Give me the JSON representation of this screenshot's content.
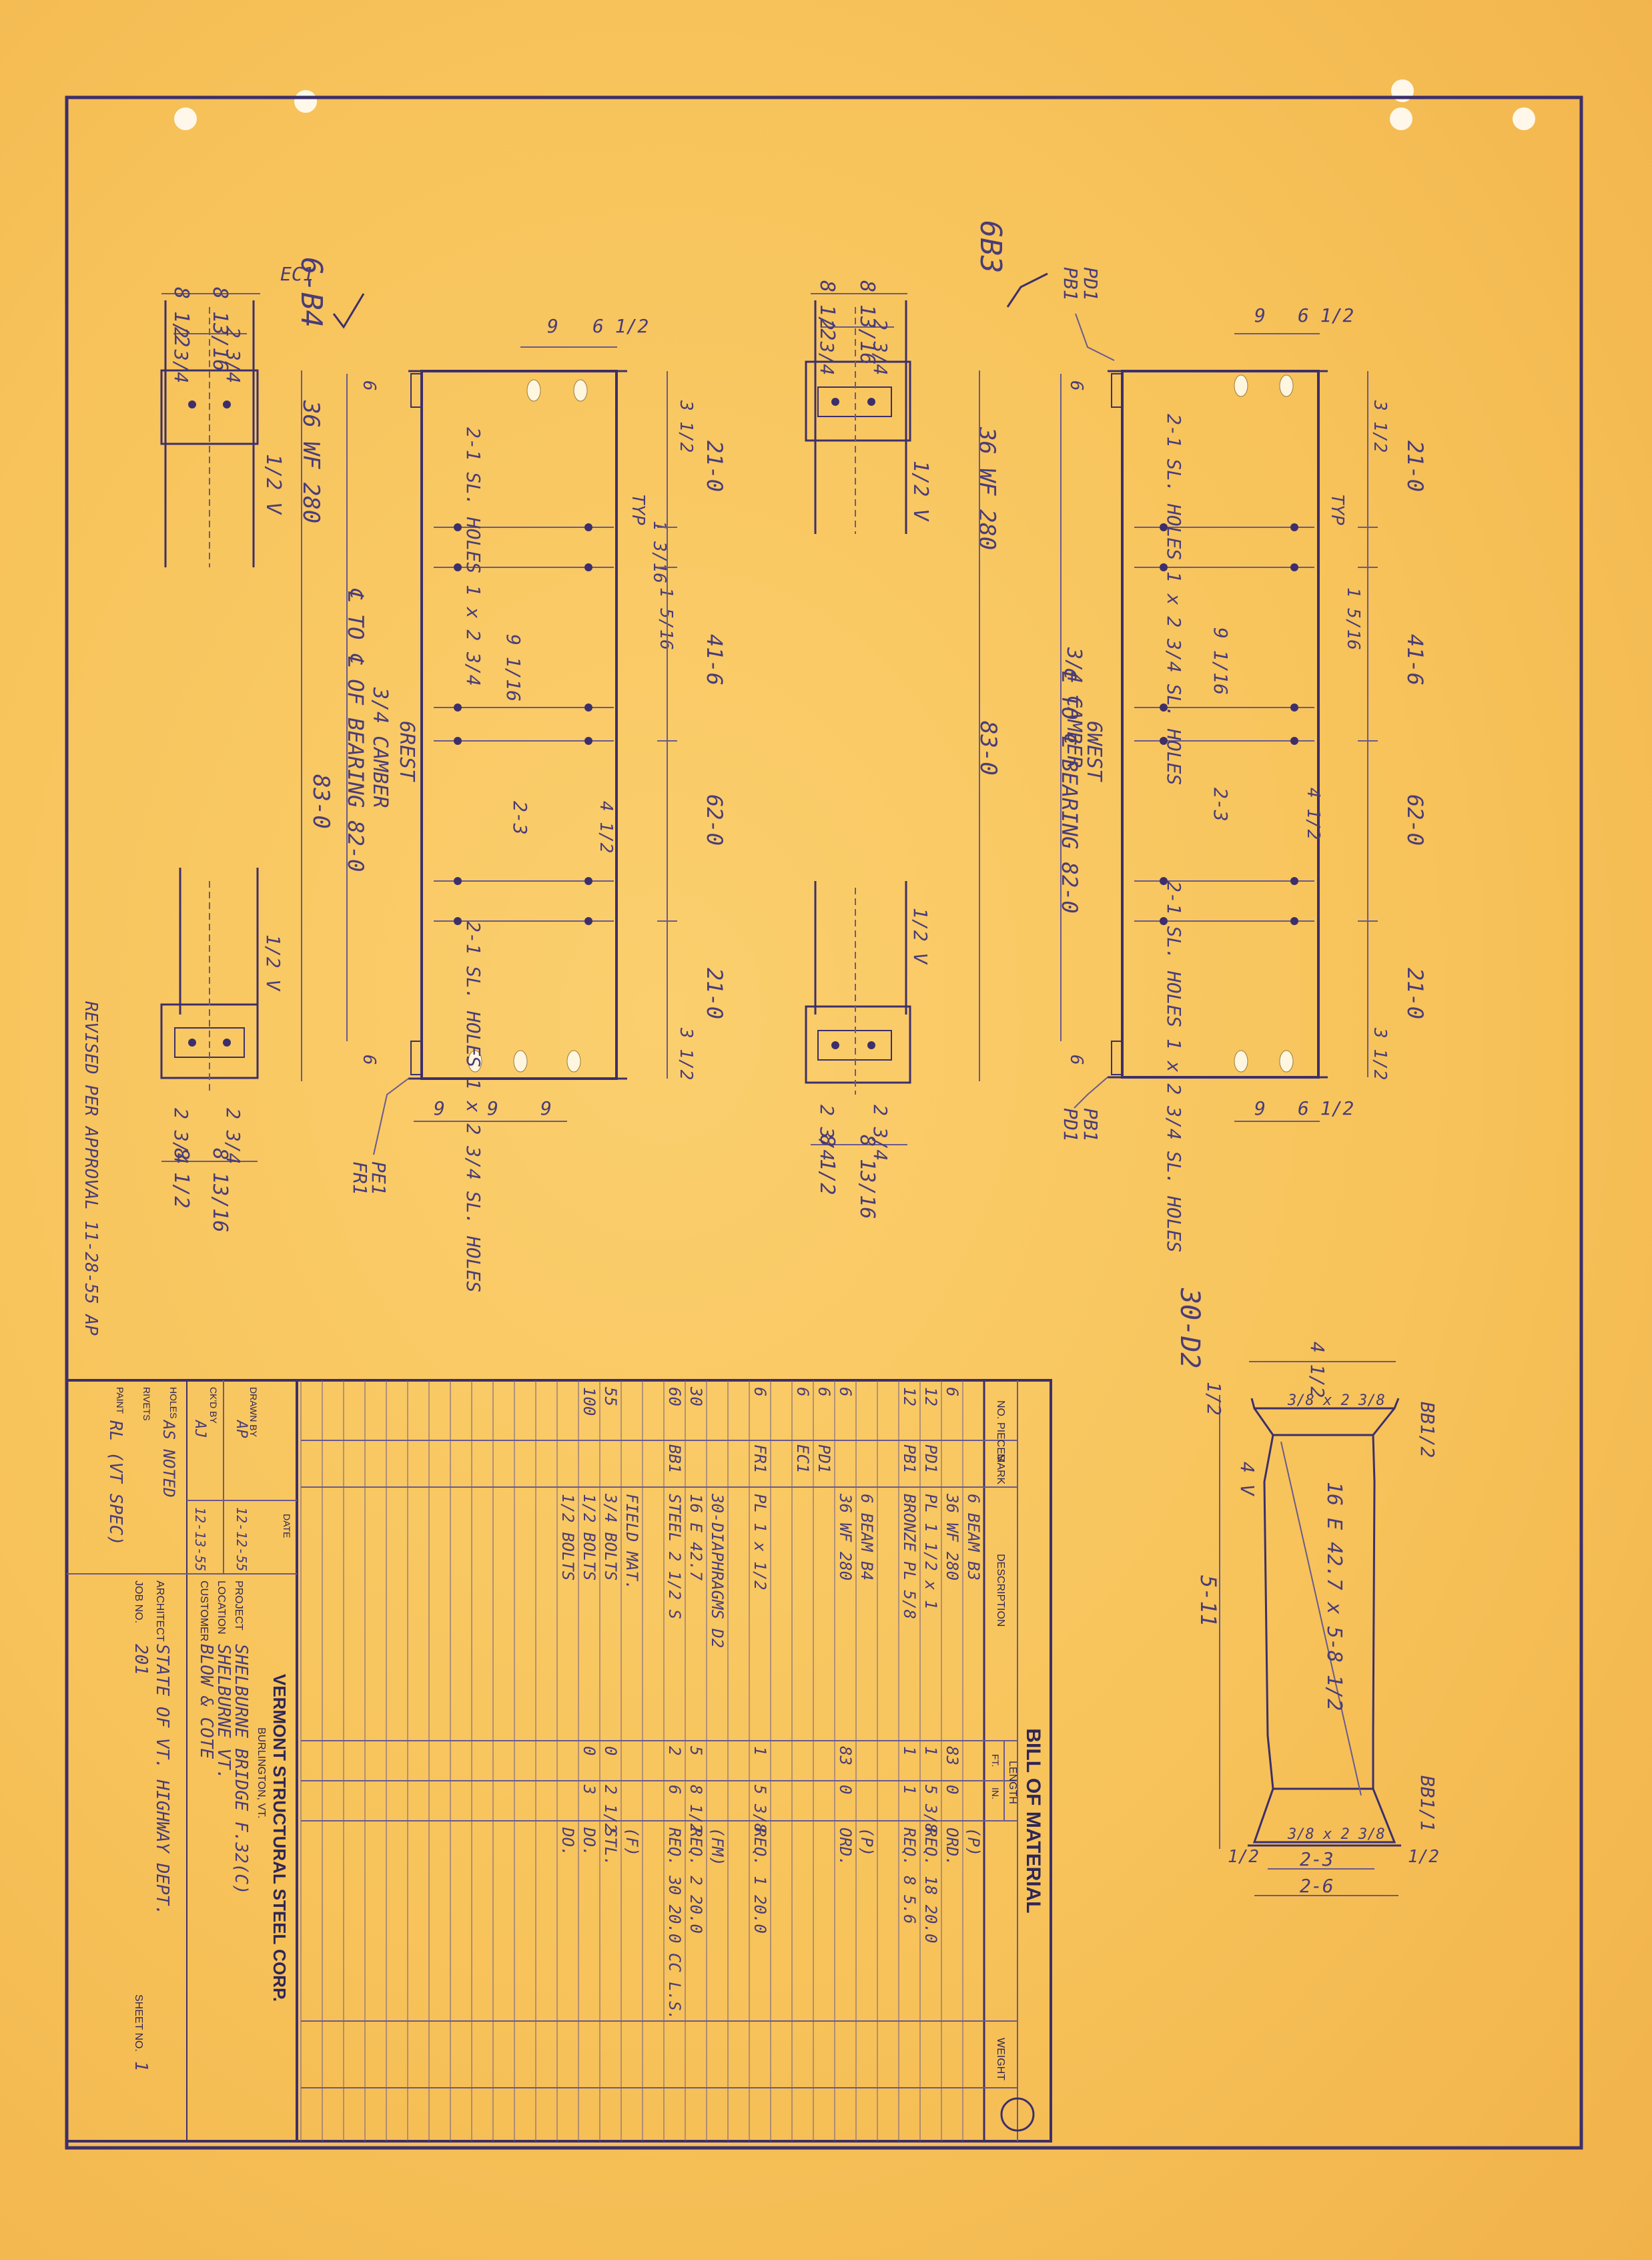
{
  "beam_b4": {
    "mark": "6-B4",
    "section": "36 WF 280",
    "overall_length": "83-0",
    "bearing_span": "℄ TO ℄ OF BEARING 82-0",
    "camber": "3/4 CAMBER",
    "greek_label": "6REST",
    "flange_widths": [
      "8 1/2",
      "8 13/16"
    ],
    "flange_gauges": [
      "2 3/4",
      "2 3/4"
    ],
    "bottom_flange_widths": [
      "8 1/2",
      "8 13/16"
    ],
    "bottom_flange_gauges": [
      "2 3/4",
      "2 3/4"
    ],
    "slot_note_top": "2-1 SL. HOLES 1 x 2 3/4",
    "slot_note_bottom": "2-1 SL. HOLES 1 x 2 3/4 SL. HOLES",
    "stiffener_spacing": [
      "21-0",
      "41-6",
      "62-0",
      "21-0"
    ],
    "top_dims": [
      "9",
      "6 1/2"
    ],
    "bottom_dims": [
      "9",
      "9",
      "9"
    ],
    "edge_dims": [
      "3 1/2",
      "3 1/2",
      "6",
      "6"
    ],
    "typ": "TYP",
    "gage_note": "1 5/16",
    "clip_dims": [
      "2-3",
      "4 1/2",
      "9 1/16",
      "1 3/16"
    ],
    "weld_note": "1/2 V",
    "marks_top": "EC1",
    "marks_bottom": [
      "FR1",
      "PE1"
    ]
  },
  "beam_b3": {
    "mark": "6B3",
    "section": "36 WF 280",
    "overall_length": "83-0",
    "bearing_span": "℄ TO ℄ BEARING 82-0",
    "camber": "3/4 CAMBER",
    "greek_label": "6WEST",
    "flange_widths": [
      "8 1/2",
      "8 13/16"
    ],
    "flange_gauges": [
      "2 3/4",
      "2 3/4"
    ],
    "bottom_flange_widths": [
      "8 1/2",
      "8 13/16"
    ],
    "bottom_flange_gauges": [
      "2 3/4",
      "2 3/4"
    ],
    "slot_note_top": "2-1 SL. HOLES 1 x 2 3/4 SL. HOLES",
    "slot_note_bottom": "2-1 SL. HOLES 1 x 2 3/4 SL. HOLES",
    "stiffener_spacing": [
      "21-0",
      "41-6",
      "62-0",
      "21-0"
    ],
    "top_dims": [
      "9",
      "6 1/2"
    ],
    "bottom_dims": [
      "9",
      "6 1/2"
    ],
    "edge_dims": [
      "3 1/2",
      "3 1/2",
      "6",
      "6"
    ],
    "typ": "TYP",
    "clip_dims": [
      "2-3",
      "4 1/2",
      "9 1/16",
      "1 5/16"
    ],
    "weld_note": "1/2 V",
    "marks_top": [
      "PD1",
      "PB1"
    ],
    "marks_bottom": [
      "PD1",
      "PB1"
    ]
  },
  "revision_note": "REVISED PER APPROVAL 11-28-55 AP",
  "diaphragm": {
    "mark": "30-D2",
    "dims": [
      "4 1/2",
      "1/2",
      "5-11",
      "2-3",
      "2-6",
      "1/2",
      "1/2",
      "4 V"
    ],
    "label": "16 E 42.7 x 5-8 1/2",
    "marks": [
      "BB1/2",
      "BB1/1"
    ],
    "plate_labels": [
      "3/8 x 2 3/8",
      "3/8 x 2 3/8"
    ]
  },
  "title_block": {
    "drawn_by_label": "DRAWN BY",
    "drawn_by": "AP",
    "chkd_by_label": "CK'D BY",
    "chkd_by": "AJ",
    "date_label": "DATE",
    "date_drawn": "12-12-55",
    "date_checked": "12-13-55",
    "holes_label": "HOLES",
    "holes": "AS NOTED",
    "rivets_label": "RIVETS",
    "paint_label": "PAINT",
    "paint": "RL (VT SPEC)",
    "company": "VERMONT STRUCTURAL STEEL CORP.",
    "city": "BURLINGTON, VT.",
    "project_label": "PROJECT",
    "project": "SHELBURNE BRIDGE F.32(C)",
    "location_label": "LOCATION",
    "location": "SHELBURNE VT.",
    "customer_label": "CUSTOMER",
    "customer": "BLOW & COTE",
    "architect_label": "ARCHITECT",
    "architect": "STATE OF VT. HIGHWAY DEPT.",
    "job_label": "JOB NO.",
    "job": "201",
    "sheet_label": "SHEET NO.",
    "sheet": "1"
  },
  "bill_of_material": {
    "title": "BILL OF MATERIAL",
    "headers": {
      "pieces": "NO. PIECES",
      "mark": "MARK",
      "description": "DESCRIPTION",
      "length": "LENGTH",
      "ft": "FT.",
      "in": "IN.",
      "weight": "WEIGHT"
    },
    "rows": [
      {
        "pieces": "",
        "mark": "",
        "description": "6 BEAM B3",
        "ft": "",
        "in": "",
        "note": "(P)"
      },
      {
        "pieces": "6",
        "mark": "",
        "description": "36 WF 280",
        "ft": "83",
        "in": "0",
        "note": "ORD."
      },
      {
        "pieces": "12",
        "mark": "PD1",
        "description": "PL 1 1/2 x 1",
        "ft": "1",
        "in": "5 3/8",
        "note": "REQ. 18 20.0"
      },
      {
        "pieces": "12",
        "mark": "PB1",
        "description": "BRONZE PL 5/8",
        "ft": "1",
        "in": "1",
        "note": "REQ. 8 5.6"
      },
      {
        "pieces": "",
        "mark": "",
        "description": "",
        "ft": "",
        "in": "",
        "note": ""
      },
      {
        "pieces": "",
        "mark": "",
        "description": "6 BEAM B4",
        "ft": "",
        "in": "",
        "note": "(P)"
      },
      {
        "pieces": "6",
        "mark": "",
        "description": "36 WF 280",
        "ft": "83",
        "in": "0",
        "note": "ORD."
      },
      {
        "pieces": "6",
        "mark": "PD1",
        "description": "",
        "ft": "",
        "in": "",
        "note": ""
      },
      {
        "pieces": "6",
        "mark": "EC1",
        "description": "",
        "ft": "",
        "in": "",
        "note": ""
      },
      {
        "pieces": "",
        "mark": "",
        "description": "",
        "ft": "",
        "in": "",
        "note": ""
      },
      {
        "pieces": "6",
        "mark": "FR1",
        "description": "PL 1 x 1/2",
        "ft": "1",
        "in": "5 3/8",
        "note": "REQ. 1 20.0"
      },
      {
        "pieces": "",
        "mark": "",
        "description": "",
        "ft": "",
        "in": "",
        "note": ""
      },
      {
        "pieces": "",
        "mark": "",
        "description": "30-DIAPHRAGMS D2",
        "ft": "",
        "in": "",
        "note": "(FM)"
      },
      {
        "pieces": "30",
        "mark": "",
        "description": "16 E 42.7",
        "ft": "5",
        "in": "8 1/2",
        "note": "REQ. 2 20.0"
      },
      {
        "pieces": "60",
        "mark": "BB1",
        "description": "STEEL 2 1/2 S",
        "ft": "2",
        "in": "6",
        "note": "REQ. 30 20.0 CC L.S."
      },
      {
        "pieces": "",
        "mark": "",
        "description": "",
        "ft": "",
        "in": "",
        "note": ""
      },
      {
        "pieces": "",
        "mark": "",
        "description": "FIELD MAT.",
        "ft": "",
        "in": "",
        "note": "(F)"
      },
      {
        "pieces": "55",
        "mark": "",
        "description": "3/4 BOLTS",
        "ft": "0",
        "in": "2 1/2",
        "note": "STL."
      },
      {
        "pieces": "100",
        "mark": "",
        "description": "1/2 BOLTS",
        "ft": "0",
        "in": "3",
        "note": "DO."
      },
      {
        "pieces": "",
        "mark": "",
        "description": "1/2 BOLTS",
        "ft": "",
        "in": "",
        "note": "DO."
      }
    ]
  }
}
